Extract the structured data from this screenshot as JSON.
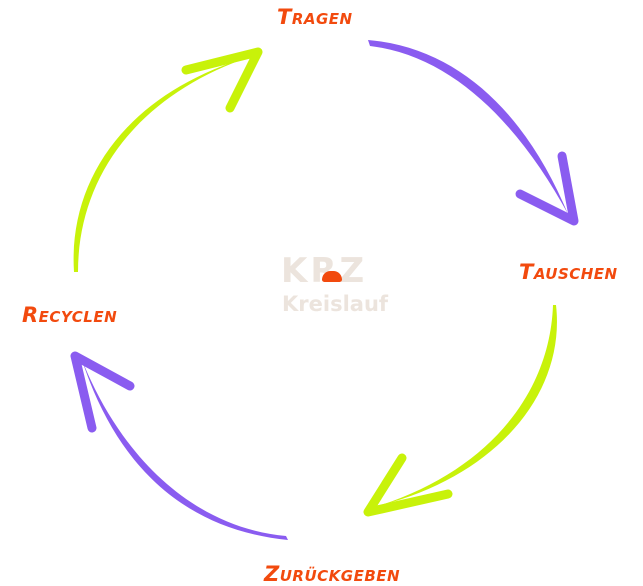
{
  "steps": [
    {
      "label": "Tragen"
    },
    {
      "label": "Tauschen"
    },
    {
      "label": "Zurückgeben"
    },
    {
      "label": "Recyclen"
    }
  ],
  "logo": {
    "mark": "KRZ",
    "subtitle": "Kreislauf"
  },
  "colors": {
    "label": "#f24a0e",
    "arrow_purple": "#8a5cf0",
    "arrow_lime": "#c8f20a",
    "logo_text": "#ece4dd",
    "logo_accent": "#f24a0e"
  }
}
